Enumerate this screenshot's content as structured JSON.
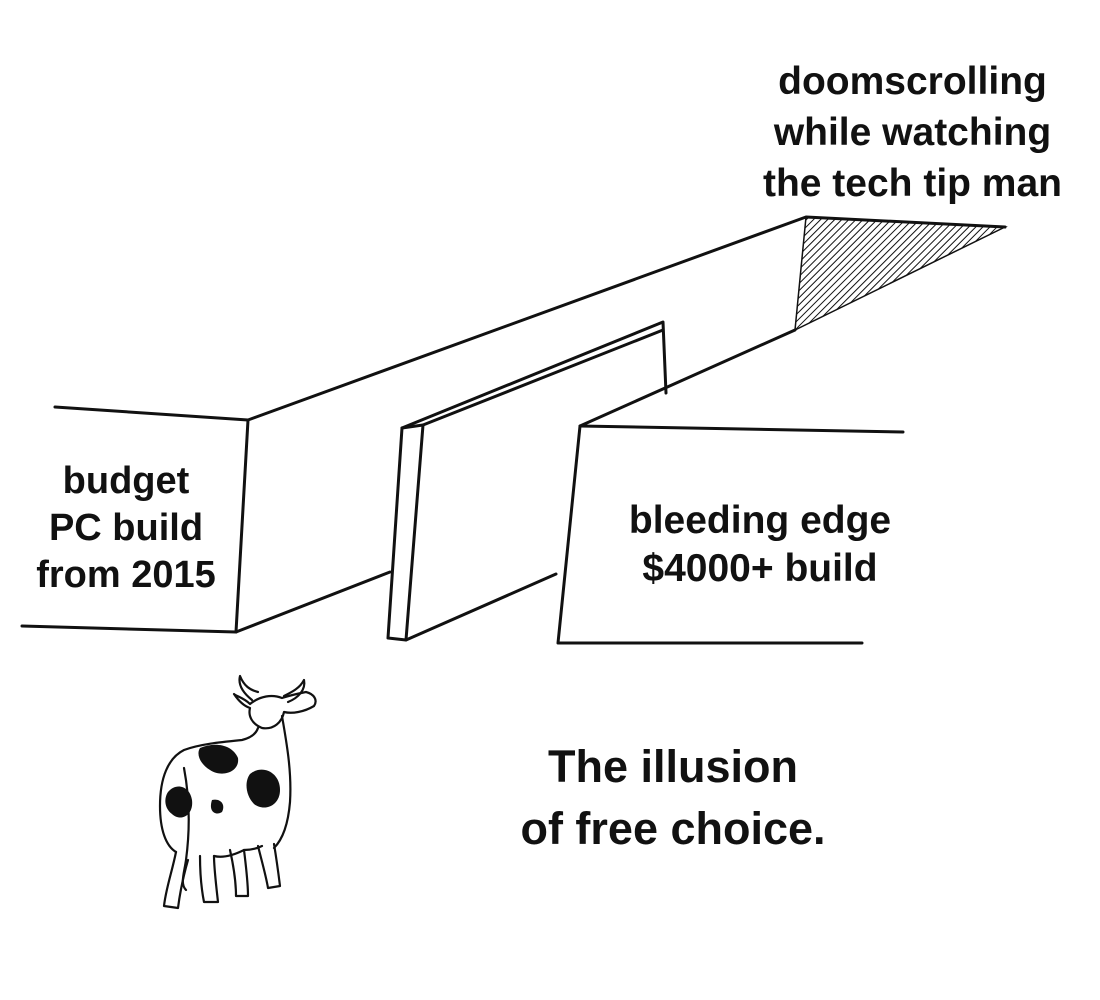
{
  "labels": {
    "top": [
      "doomscrolling",
      "while watching",
      "the tech tip man"
    ],
    "left": [
      "budget",
      "PC build",
      "from 2015"
    ],
    "right": [
      "bleeding edge",
      "$4000+ build"
    ]
  },
  "caption": [
    "The illusion",
    "of free choice."
  ]
}
